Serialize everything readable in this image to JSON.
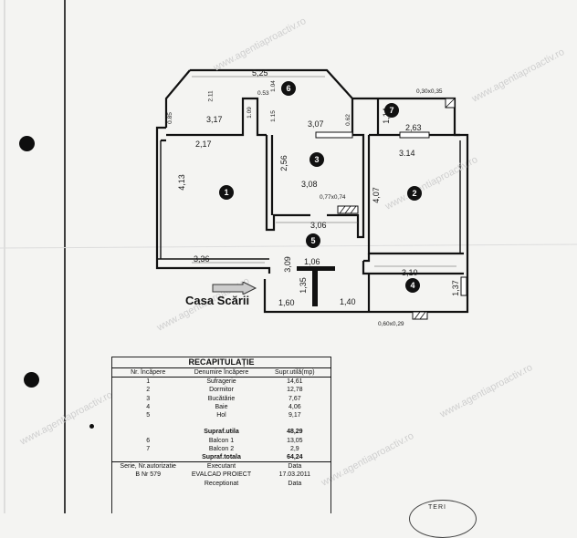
{
  "dims": {
    "d525": "5,25",
    "d053": "0.53",
    "d104": "1.04",
    "d211": "2.11",
    "d317": "3,17",
    "d085": "0.85",
    "d109": "1.09",
    "d115": "1.15",
    "d307": "3,07",
    "d062": "0.62",
    "d217": "2,17",
    "d413": "4,13",
    "d256": "2,56",
    "d308": "3,08",
    "d077x074": "0,77x0,74",
    "d306": "3,06",
    "d030x035": "0,30x0,35",
    "d114": "1,14",
    "d263": "2,63",
    "d314": "3.14",
    "d407": "4,07",
    "d336": "3,36",
    "d309": "3,09",
    "d106": "1,06",
    "d310": "3,10",
    "d135": "1,35",
    "d137": "1,37",
    "d160": "1,60",
    "d140": "1,40",
    "d060x029": "0,60x0,29"
  },
  "rooms": {
    "1": "1",
    "2": "2",
    "3": "3",
    "4": "4",
    "5": "5",
    "6": "6",
    "7": "7"
  },
  "stairs_label": "Casa Scării",
  "recap": {
    "title": "RECAPITULAȚIE",
    "headers": [
      "Nr. încăpere",
      "Denumire încăpere",
      "Supr.utilă(mp)"
    ],
    "rows": [
      [
        "1",
        "Sufragerie",
        "14,61"
      ],
      [
        "2",
        "Dormitor",
        "12,78"
      ],
      [
        "3",
        "Bucătărie",
        "7,67"
      ],
      [
        "4",
        "Baie",
        "4,06"
      ],
      [
        "5",
        "Hol",
        "9,17"
      ]
    ],
    "suprafata_utila": [
      "Supraf.utila",
      "48,29"
    ],
    "balcony_rows": [
      [
        "6",
        "Balcon 1",
        "13,05"
      ],
      [
        "7",
        "Balcon 2",
        "2,9"
      ]
    ],
    "suprafata_totala": [
      "Supraf.totala",
      "64,24"
    ],
    "footer": [
      [
        "Serie, Nr.autorizatie",
        "Executant",
        "Data"
      ],
      [
        "B Nr 579",
        "EVALCAD PROIECT",
        "17.03.2011"
      ],
      [
        "",
        "Receptionat",
        "Data"
      ]
    ]
  },
  "watermarks": [
    "www.agentiaproactiv.ro",
    "www.agentiaproactiv.ro",
    "www.agentiaproactiv.ro",
    "www.agentiaproactiv.ro",
    "www.agentiaproactiv.ro",
    "www.agentiaproactiv.ro",
    "www.agentiaproactiv.ro"
  ],
  "stamp_text": "TERI"
}
